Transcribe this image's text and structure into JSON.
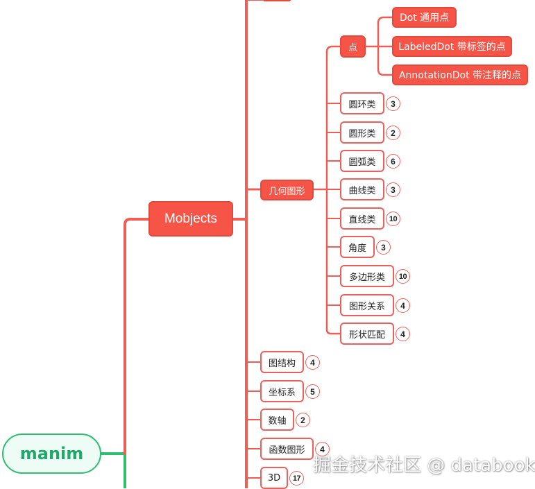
{
  "root": {
    "label": "manim"
  },
  "mobjects": {
    "label": "Mobjects"
  },
  "geometry": {
    "label": "几何图形",
    "dot_group": {
      "label": "点",
      "items": [
        "Dot 通用点",
        "LabeledDot 带标签的点",
        "AnnotationDot 带注释的点"
      ]
    },
    "items": [
      {
        "label": "圆环类",
        "count": "3"
      },
      {
        "label": "圆形类",
        "count": "2"
      },
      {
        "label": "圆弧类",
        "count": "6"
      },
      {
        "label": "曲线类",
        "count": "3"
      },
      {
        "label": "直线类",
        "count": "10"
      },
      {
        "label": "角度",
        "count": "3"
      },
      {
        "label": "多边形类",
        "count": "10"
      },
      {
        "label": "图形关系",
        "count": "4"
      },
      {
        "label": "形状匹配",
        "count": "4"
      }
    ]
  },
  "siblings": [
    {
      "label": "图结构",
      "count": "4"
    },
    {
      "label": "坐标系",
      "count": "5"
    },
    {
      "label": "数轴",
      "count": "2"
    },
    {
      "label": "函数图形",
      "count": "4"
    },
    {
      "label": "3D",
      "count": "17"
    }
  ],
  "watermark": "掘金技术社区 @ databook",
  "colors": {
    "red": "#f65446",
    "outline": "#e9615a",
    "green": "#2dbe72"
  }
}
